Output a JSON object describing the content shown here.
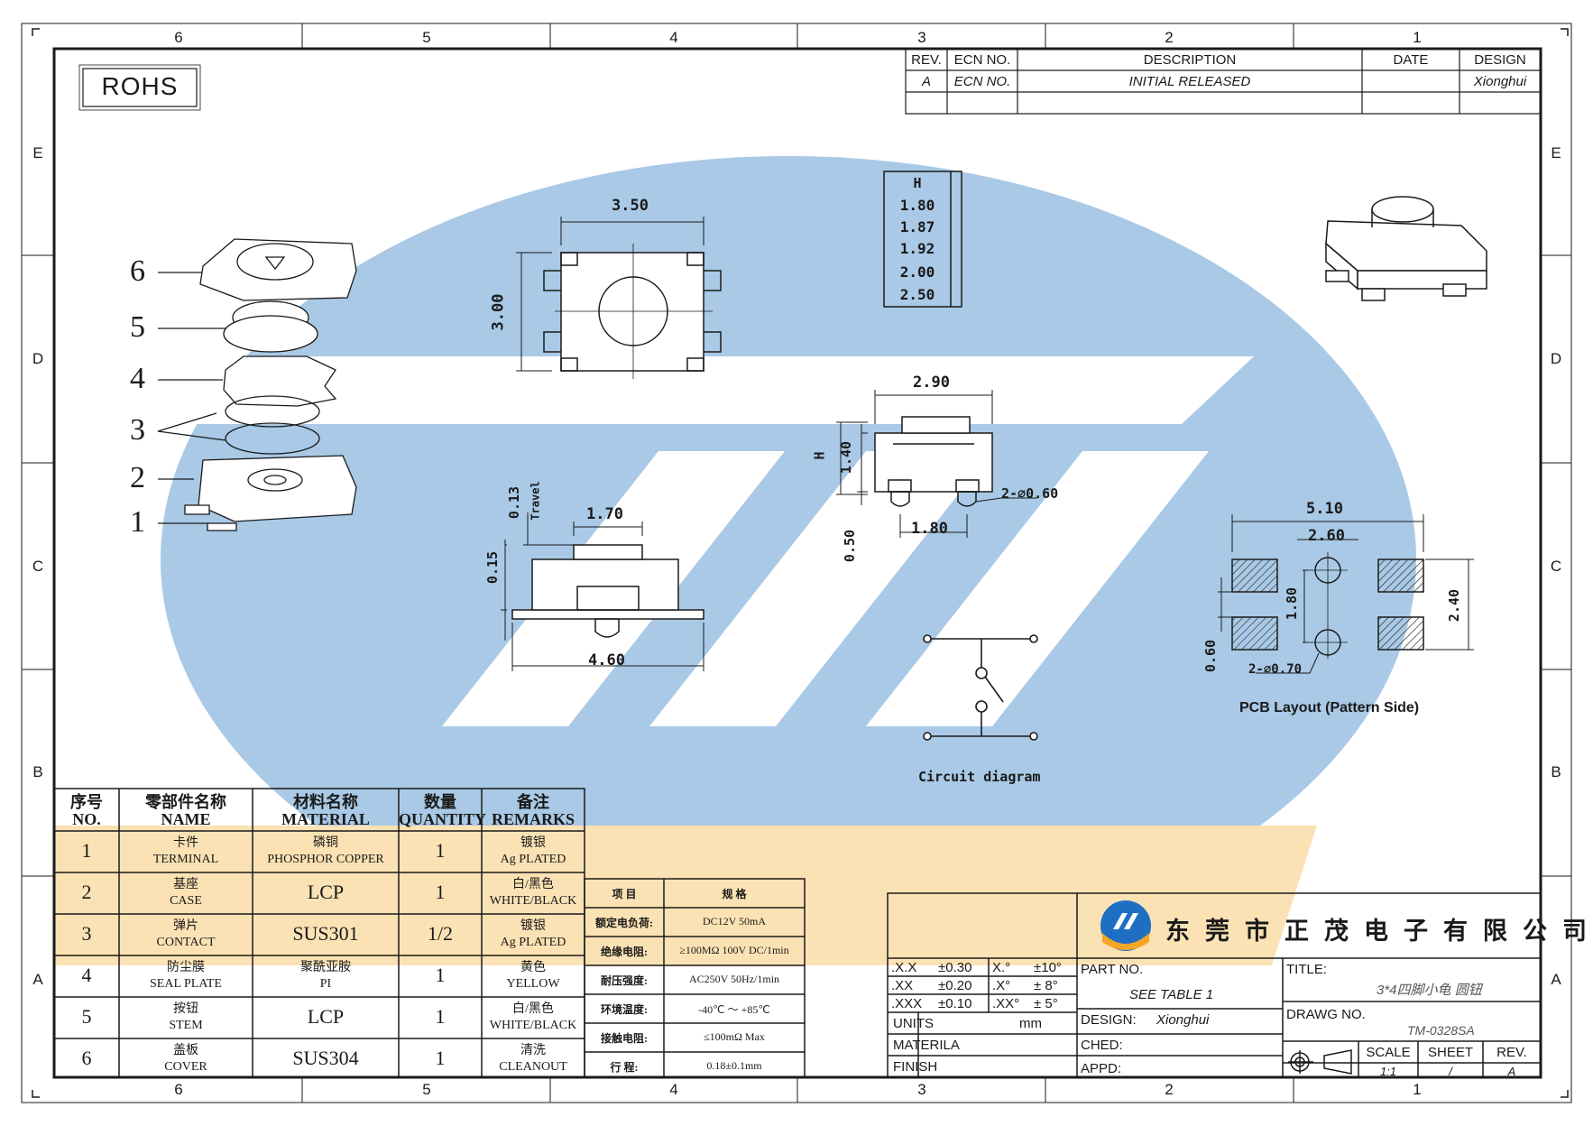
{
  "colors": {
    "watermark_blue": "#a9c9e6",
    "watermark_orange": "#fbe2b4",
    "line": "#1a1a1a",
    "logo_blue": "#1e6fc4",
    "logo_orange": "#f5a623"
  },
  "border": {
    "top_zones": [
      "6",
      "5",
      "4",
      "3",
      "2",
      "1"
    ],
    "side_zones": [
      "E",
      "D",
      "C",
      "B",
      "A"
    ]
  },
  "rohs": "ROHS",
  "revision": {
    "headers": [
      "REV.",
      "ECN NO.",
      "DESCRIPTION",
      "DATE",
      "DESIGN"
    ],
    "row": [
      "A",
      "ECN NO.",
      "INITIAL RELEASED",
      "",
      "Xionghui"
    ]
  },
  "exploded_labels": [
    "6",
    "5",
    "4",
    "3",
    "2",
    "1"
  ],
  "height_table": {
    "header": "H",
    "values": [
      "1.80",
      "1.87",
      "1.92",
      "2.00",
      "2.50"
    ]
  },
  "top_view": {
    "width": "3.50",
    "height": "3.00"
  },
  "side_view": {
    "travel": "0.13",
    "travel_label": "Travel",
    "stem_width": "1.70",
    "offset": "0.15",
    "overall": "4.60"
  },
  "front_view": {
    "width": "2.90",
    "h_label": "H",
    "body_h": "1.40",
    "pin": "0.50",
    "pitch": "1.80",
    "holes": "2-∅0.60"
  },
  "pcb": {
    "overall": "5.10",
    "inner": "2.60",
    "pitch_v": "1.80",
    "pad_span": "2.40",
    "pad": "0.60",
    "holes": "2-∅0.70",
    "caption": "PCB Layout (Pattern Side)"
  },
  "circuit": {
    "caption": "Circuit diagram"
  },
  "bom": {
    "headers": [
      {
        "cn": "序号",
        "en": "NO."
      },
      {
        "cn": "零部件名称",
        "en": "NAME"
      },
      {
        "cn": "材料名称",
        "en": "MATERIAL"
      },
      {
        "cn": "数量",
        "en": "QUANTITY"
      },
      {
        "cn": "备注",
        "en": "REMARKS"
      }
    ],
    "rows": [
      {
        "no": "1",
        "name_cn": "卡件",
        "name_en": "TERMINAL",
        "mat_cn": "磷铜",
        "mat_en": "PHOSPHOR COPPER",
        "mat": "",
        "qty": "1",
        "rem_cn": "镀银",
        "rem_en": "Ag PLATED"
      },
      {
        "no": "2",
        "name_cn": "基座",
        "name_en": "CASE",
        "mat_cn": "",
        "mat_en": "",
        "mat": "LCP",
        "qty": "1",
        "rem_cn": "白/黑色",
        "rem_en": "WHITE/BLACK"
      },
      {
        "no": "3",
        "name_cn": "弹片",
        "name_en": "CONTACT",
        "mat_cn": "",
        "mat_en": "",
        "mat": "SUS301",
        "qty": "1/2",
        "rem_cn": "镀银",
        "rem_en": "Ag PLATED"
      },
      {
        "no": "4",
        "name_cn": "防尘膜",
        "name_en": "SEAL PLATE",
        "mat_cn": "聚酰亚胺",
        "mat_en": "PI",
        "mat": "",
        "qty": "1",
        "rem_cn": "黄色",
        "rem_en": "YELLOW"
      },
      {
        "no": "5",
        "name_cn": "按钮",
        "name_en": "STEM",
        "mat_cn": "",
        "mat_en": "",
        "mat": "LCP",
        "qty": "1",
        "rem_cn": "白/黑色",
        "rem_en": "WHITE/BLACK"
      },
      {
        "no": "6",
        "name_cn": "盖板",
        "name_en": "COVER",
        "mat_cn": "",
        "mat_en": "",
        "mat": "SUS304",
        "qty": "1",
        "rem_cn": "清洗",
        "rem_en": "CLEANOUT"
      }
    ]
  },
  "spec": {
    "headers": [
      "项  目",
      "规  格"
    ],
    "rows": [
      [
        "额定电负荷:",
        "DC12V  50mA"
      ],
      [
        "绝缘电阻:",
        "≥100MΩ  100V DC/1min"
      ],
      [
        "耐压强度:",
        "AC250V  50Hz/1min"
      ],
      [
        "环境温度:",
        "-40℃ ～ +85℃"
      ],
      [
        "接触电阻:",
        "≤100mΩ  Max"
      ],
      [
        "行    程:",
        "0.18±0.1mm"
      ]
    ]
  },
  "title_block": {
    "company": "东莞市正茂电子有限公司",
    "tolerances": [
      [
        ".X.X",
        "±0.30",
        "X.°",
        "±10°"
      ],
      [
        ".XX",
        "±0.20",
        ".X°",
        "±  8°"
      ],
      [
        ".XXX",
        "±0.10",
        ".XX°",
        "±  5°"
      ]
    ],
    "units_label": "UNITS",
    "units_value": "mm",
    "materila_label": "MATERILA",
    "finish_label": "FINISH",
    "part_no_label": "PART  NO.",
    "part_no_value": "SEE  TABLE  1",
    "design_label": "DESIGN:",
    "design_value": "Xionghui",
    "ched_label": "CHED:",
    "appd_label": "APPD:",
    "title_label": "TITLE:",
    "title_value": "3*4四脚小龟  圆钮",
    "drawg_label": "DRAWG  NO.",
    "drawg_value": "TM-0328SA",
    "scale_label": "SCALE",
    "scale_value": "1:1",
    "sheet_label": "SHEET",
    "sheet_value": "/",
    "rev_label": "REV.",
    "rev_value": "A"
  }
}
